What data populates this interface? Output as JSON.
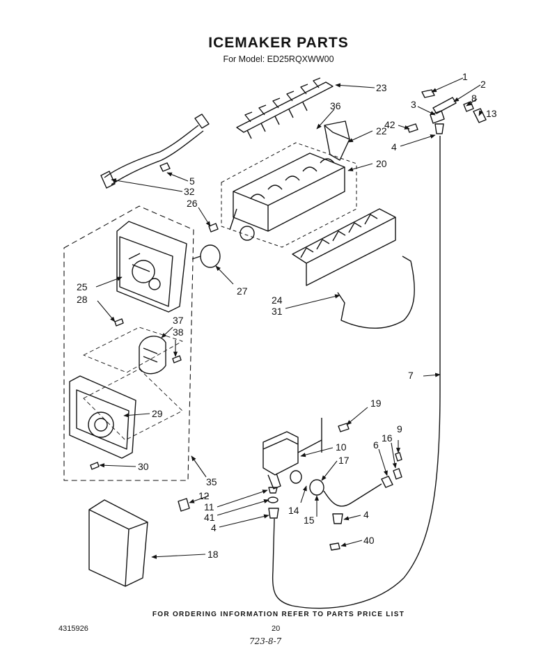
{
  "title": "ICEMAKER PARTS",
  "subtitle": "For Model: ED25RQXWW00",
  "footer": "FOR ORDERING INFORMATION REFER TO PARTS PRICE LIST",
  "doc_number": "4315926",
  "page_number": "20",
  "handwritten_note": "723-8-7",
  "callouts": {
    "c1": "1",
    "c2": "2",
    "c3": "3",
    "c4a": "4",
    "c4b": "4",
    "c4c": "4",
    "c5": "5",
    "c6": "6",
    "c7": "7",
    "c8": "8",
    "c9": "9",
    "c10": "10",
    "c11": "11",
    "c12": "12",
    "c13": "13",
    "c14": "14",
    "c15": "15",
    "c16": "16",
    "c17": "17",
    "c18": "18",
    "c19": "19",
    "c20": "20",
    "c22": "22",
    "c23": "23",
    "c24": "24",
    "c25": "25",
    "c26": "26",
    "c27": "27",
    "c28": "28",
    "c29": "29",
    "c30": "30",
    "c31": "31",
    "c32": "32",
    "c35": "35",
    "c36": "36",
    "c37": "37",
    "c38": "38",
    "c40": "40",
    "c41": "41",
    "c42": "42"
  }
}
